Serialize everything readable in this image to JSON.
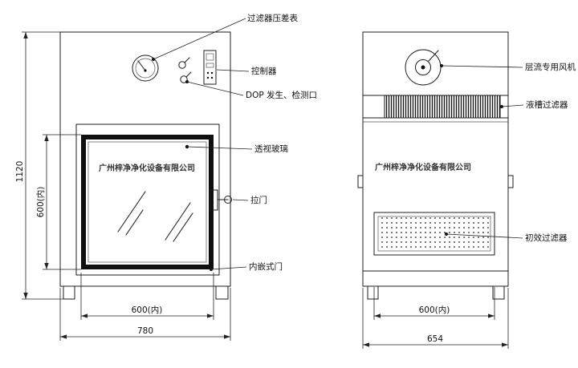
{
  "colors": {
    "line": "#1c1c1c",
    "background": "#ffffff",
    "frame": "#101010"
  },
  "front_view": {
    "company": "广州梓净净化设备有限公司",
    "labels": {
      "gauge": "过滤器压差表",
      "controller": "控制器",
      "dop_port": "DOP 发生、检测口",
      "glass": "透视玻璃",
      "handle": "拉门",
      "inner_door": "内嵌式门"
    },
    "dimensions": {
      "total_height": "1120",
      "inner_height": "600(内)",
      "inner_width": "600(内)",
      "total_width": "780"
    }
  },
  "side_view": {
    "company": "广州梓净净化设备有限公司",
    "labels": {
      "fan": "层流专用风机",
      "liquid_filter": "液槽过滤器",
      "primary_filter": "初效过滤器"
    },
    "dimensions": {
      "inner_width": "600(内)",
      "total_width": "654"
    }
  }
}
